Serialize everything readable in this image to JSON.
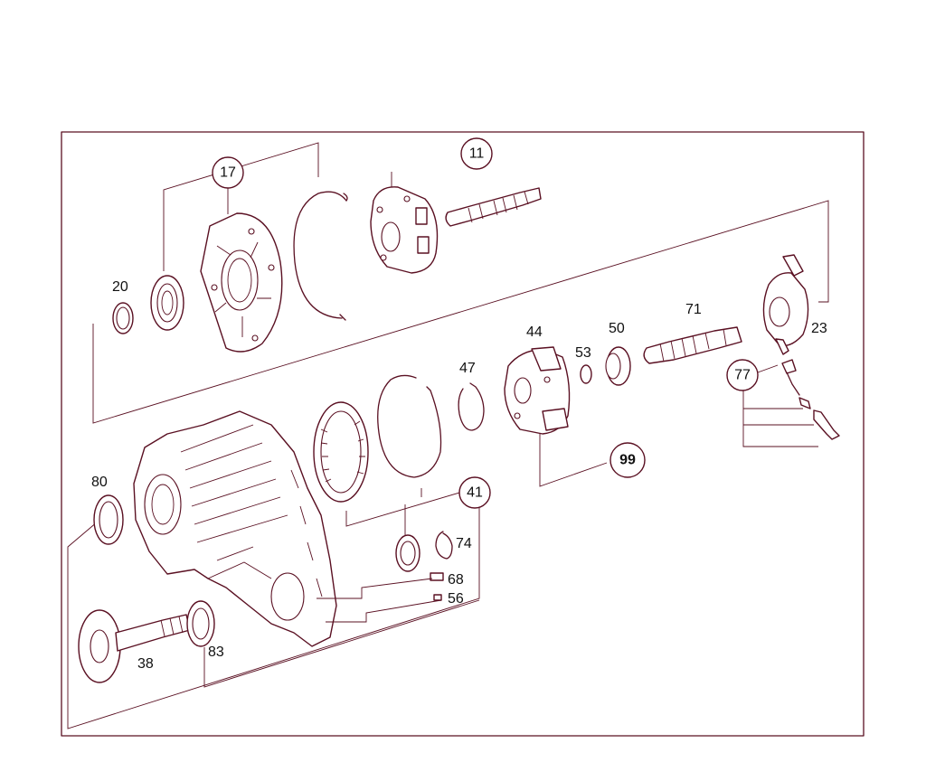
{
  "diagram": {
    "callouts": {
      "c11": "11",
      "c17": "17",
      "c20": "20",
      "c23": "23",
      "c38": "38",
      "c41": "41",
      "c44": "44",
      "c47": "47",
      "c50": "50",
      "c53": "53",
      "c56": "56",
      "c68": "68",
      "c71": "71",
      "c74": "74",
      "c77": "77",
      "c80": "80",
      "c83": "83",
      "c99": "99"
    }
  }
}
